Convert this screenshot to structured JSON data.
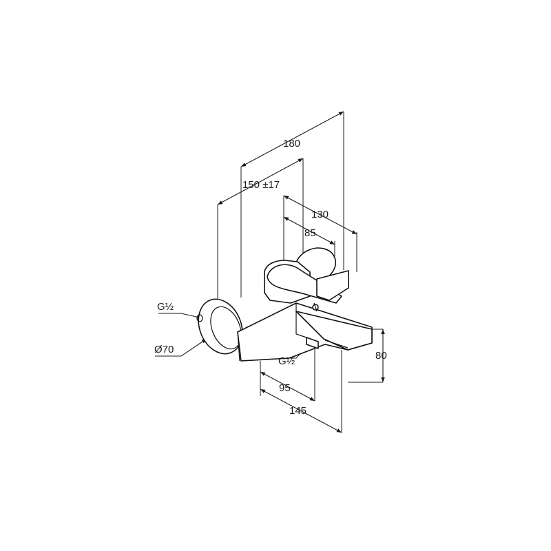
{
  "dimensions": {
    "d180": "180",
    "d150": "150 ±17",
    "d130": "130",
    "d85": "85",
    "d80": "80",
    "d95": "95",
    "d145": "145",
    "thread_wall": "G½",
    "diameter_rosette": "Ø70",
    "thread_outlet": "G½"
  },
  "colors": {
    "line": "#1a1a1a",
    "background": "#ffffff"
  }
}
